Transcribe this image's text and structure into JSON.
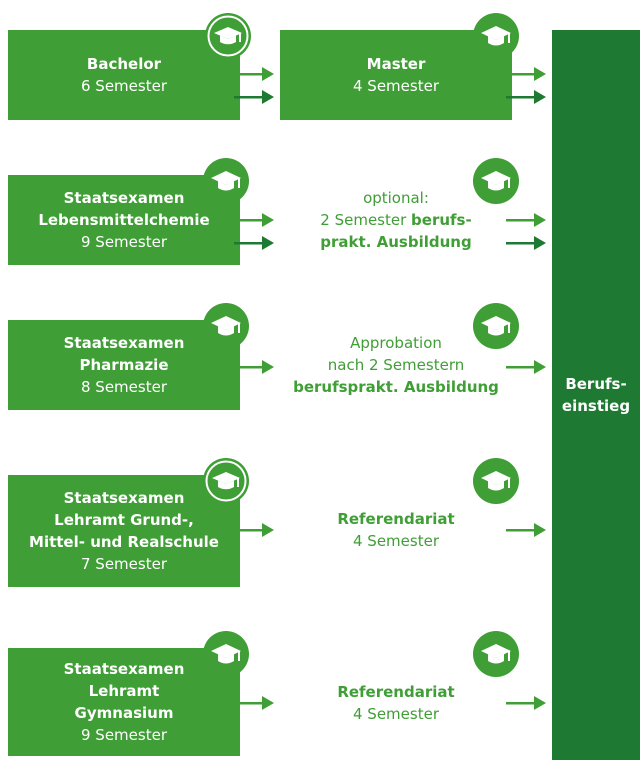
{
  "colors": {
    "box_green": "#3f9e35",
    "bar_green": "#1e7a32",
    "icon_green": "#3f9e35",
    "text_green": "#3f9e35"
  },
  "icons": {
    "degree": "graduation-cap-icon"
  },
  "rows": [
    {
      "title": [
        "Bachelor"
      ],
      "duration": "6 Semester"
    },
    {
      "title": [
        "Staatsexamen",
        "Lebensmittelchemie"
      ],
      "duration": "9 Semester"
    },
    {
      "title": [
        "Staatsexamen",
        "Pharmazie"
      ],
      "duration": "8 Semester"
    },
    {
      "title": [
        "Staatsexamen",
        "Lehramt Grund-,",
        "Mittel- und Realschule"
      ],
      "duration": "7 Semester"
    },
    {
      "title": [
        "Staatsexamen",
        "Lehramt",
        "Gymnasium"
      ],
      "duration": "9 Semester"
    }
  ],
  "master": {
    "title": "Master",
    "duration": "4 Semester"
  },
  "lmc_mid": {
    "line1": "optional:",
    "line2_normal": "2 Semester ",
    "line2_bold": "berufs-",
    "line3_bold": "prakt. Ausbildung"
  },
  "pharm_mid": {
    "line1": "Approbation",
    "line2": "nach 2 Semestern",
    "line3_bold": "berufsprakt. Ausbildung"
  },
  "ref_grund": {
    "title": "Referendariat",
    "duration": "4 Semester"
  },
  "ref_gym": {
    "title": "Referendariat",
    "duration": "4 Semester"
  },
  "career": {
    "line1": "Berufs-",
    "line2": "einstieg"
  }
}
